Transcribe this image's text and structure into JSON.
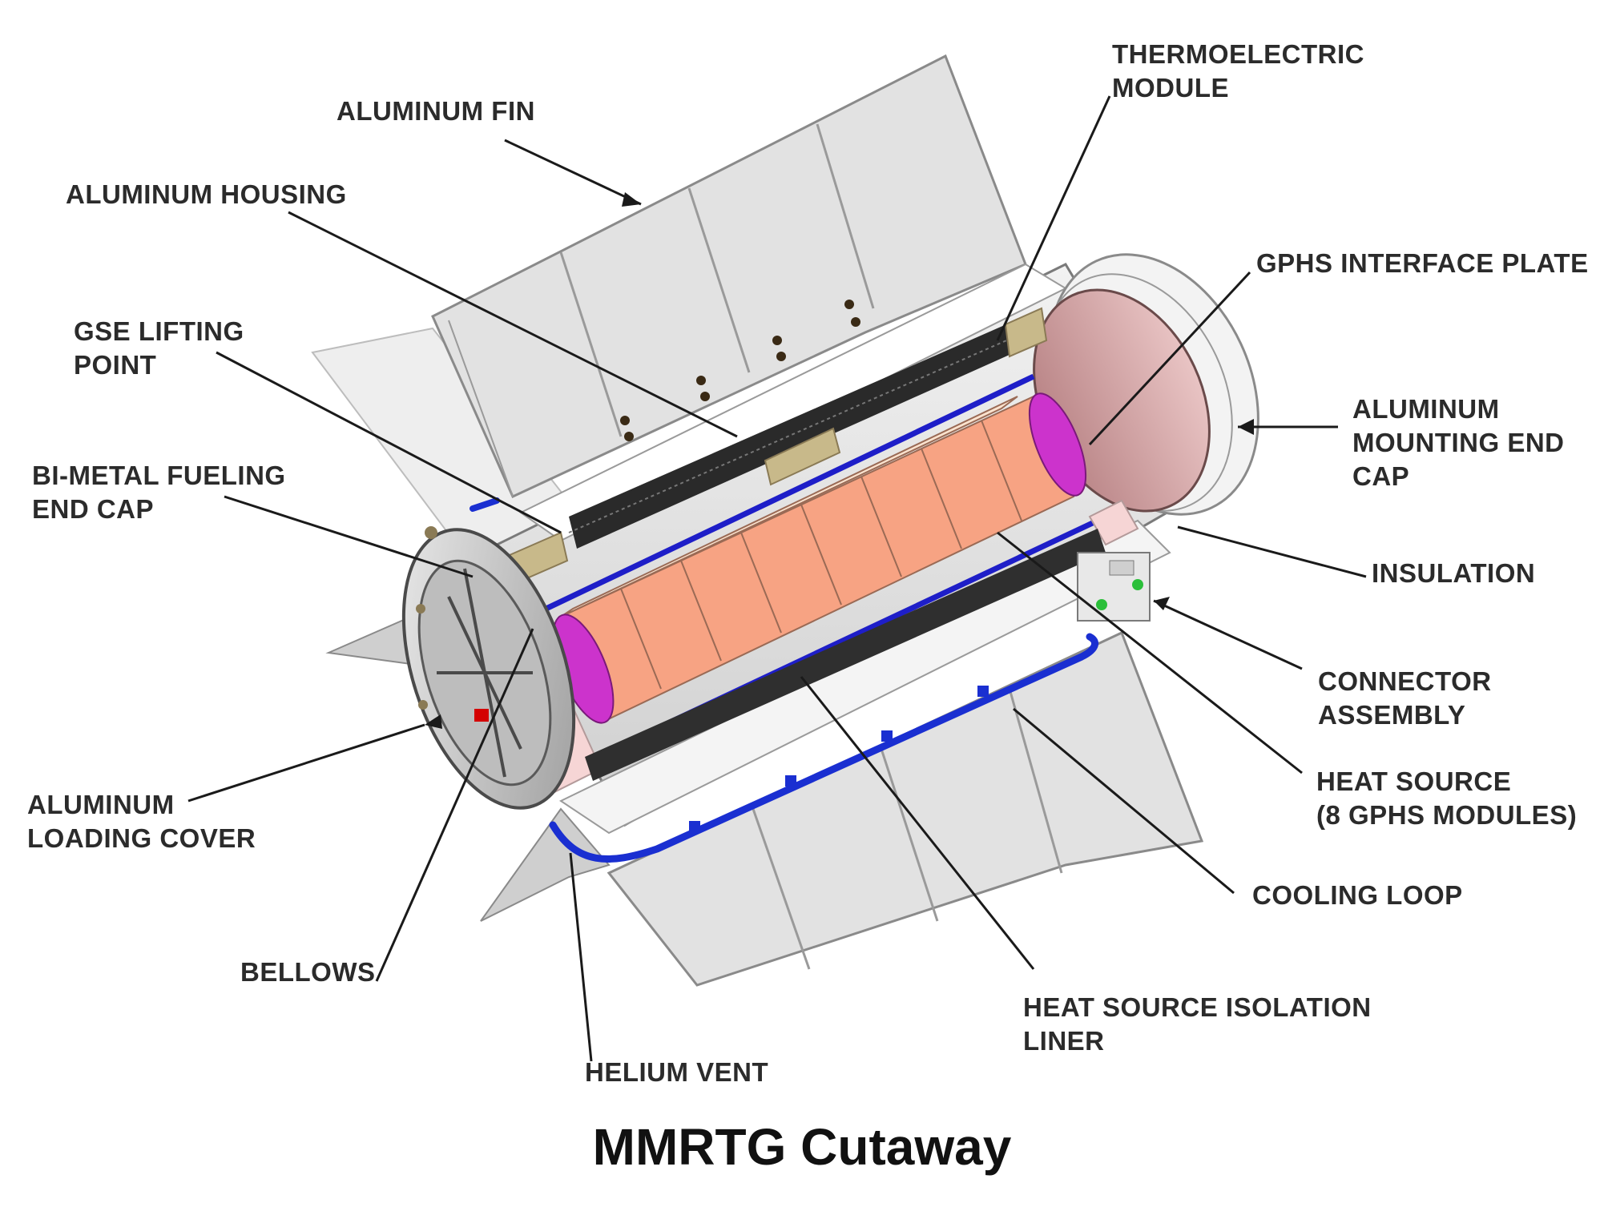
{
  "caption": "MMRTG Cutaway",
  "labels": {
    "aluminum_fin": [
      "ALUMINUM FIN"
    ],
    "aluminum_housing": [
      "ALUMINUM HOUSING"
    ],
    "gse_lifting_point": [
      "GSE LIFTING",
      "POINT"
    ],
    "bi_metal_fueling_end_cap": [
      "BI-METAL FUELING",
      "END CAP"
    ],
    "aluminum_loading_cover": [
      "ALUMINUM",
      "LOADING COVER"
    ],
    "bellows": [
      "BELLOWS"
    ],
    "helium_vent": [
      "HELIUM VENT"
    ],
    "heat_source_isolation_liner": [
      "HEAT SOURCE ISOLATION",
      "LINER"
    ],
    "cooling_loop": [
      "COOLING LOOP"
    ],
    "heat_source": [
      "HEAT SOURCE",
      "(8 GPHS MODULES)"
    ],
    "connector_assembly": [
      "CONNECTOR",
      "ASSEMBLY"
    ],
    "insulation": [
      "INSULATION"
    ],
    "aluminum_mounting_end_cap": [
      "ALUMINUM",
      "MOUNTING END",
      "CAP"
    ],
    "gphs_interface_plate": [
      "GPHS INTERFACE PLATE"
    ],
    "thermoelectric_module": [
      "THERMOELECTRIC",
      "MODULE"
    ]
  },
  "colors": {
    "fin": "#e2e2e2",
    "fin_edge": "#8a8a8a",
    "housing": "#d9d9d9",
    "heat_source": "#f7a383",
    "heat_source_top": "#fbe3cf",
    "gphs_end": "#cc33cc",
    "insulation": "#f6d5d5",
    "end_cap": "#c9989a",
    "thermoelectric": "#2a2a2a",
    "cooling_loop": "#1a2fd1",
    "liner": "#1e1ec8",
    "tan": "#c8b98a",
    "leader": "#1a1a1a"
  }
}
